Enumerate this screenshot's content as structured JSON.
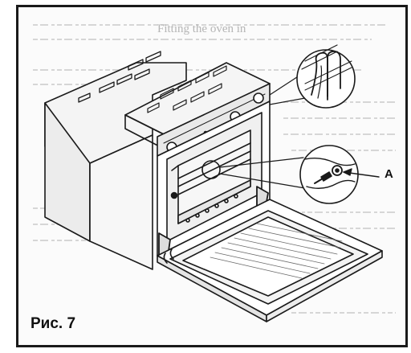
{
  "figure": {
    "caption": "Рис. 7",
    "callout_label": "A",
    "faint_heading": "Fitting the oven in"
  },
  "colors": {
    "line": "#1a1a1a",
    "paper": "#fbfbfb",
    "bleed": "#c9c9c9"
  }
}
